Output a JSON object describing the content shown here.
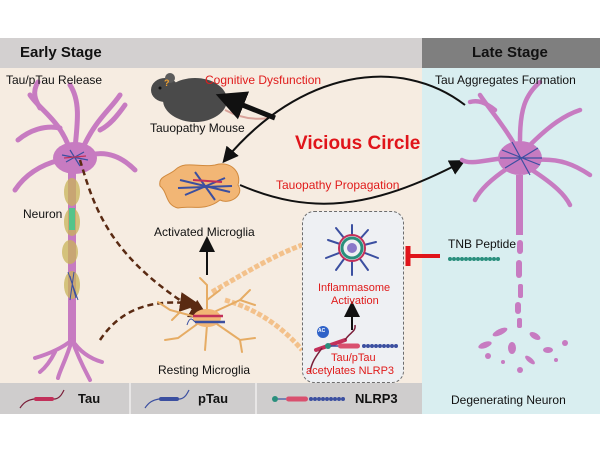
{
  "header": {
    "early_stage": "Early Stage",
    "late_stage": "Late Stage"
  },
  "early_panel": {
    "release_label": "Tau/pTau Release",
    "neuron_label": "Neuron",
    "mouse_label": "Tauopathy Mouse",
    "cognitive_label": "Cognitive Dysfunction",
    "vicious_label": "Vicious Circle",
    "propagation_label": "Tauopathy Propagation",
    "activated_label": "Activated Microglia",
    "resting_label": "Resting Microglia",
    "inflammasome": {
      "title_line1": "Inflammasome",
      "title_line2": "Activation",
      "acetyl_badge": "AC",
      "caption_line1": "Tau/pTau",
      "caption_line2": "acetylates NLRP3"
    }
  },
  "late_panel": {
    "aggregates_label": "Tau Aggregates Formation",
    "peptide_label": "TNB Peptide",
    "degenerating_label": "Degenerating Neuron"
  },
  "legend": {
    "items": [
      {
        "label": "Tau",
        "icon": "tau-protein-icon"
      },
      {
        "label": "pTau",
        "icon": "ptau-protein-icon"
      },
      {
        "label": "NLRP3",
        "icon": "nlrp3-protein-icon"
      }
    ]
  },
  "colors": {
    "early_bg": "#f6ece1",
    "late_bg": "#d9eef0",
    "header_early": "#d3d0d0",
    "header_late": "#7f7f7f",
    "accent_red": "#e01b1b",
    "neuron_pink": "#c77bc1",
    "microglia_orange": "#f2b675",
    "tau_red": "#c2305a",
    "ptau_blue": "#3b4fa0",
    "peptide_teal": "#2a8f7d"
  }
}
